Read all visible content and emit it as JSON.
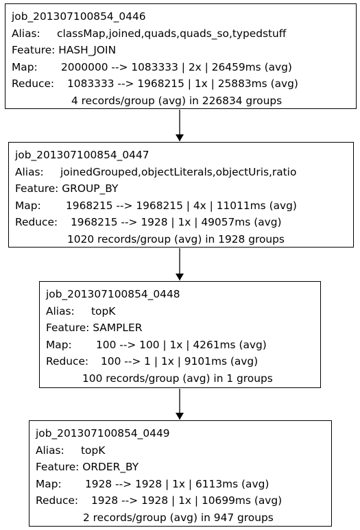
{
  "labels": {
    "alias": "Alias:",
    "feature": "Feature:",
    "map": "Map:",
    "reduce": "Reduce:"
  },
  "jobs": [
    {
      "id": "job_201307100854_0446",
      "alias": "classMap,joined,quads,quads_so,typedstuff",
      "feature": "HASH_JOIN",
      "map": "2000000 --> 1083333 | 2x | 26459ms (avg)",
      "reduce": "1083333 --> 1968215 | 1x | 25883ms (avg)",
      "summary": "4 records/group (avg) in 226834 groups"
    },
    {
      "id": "job_201307100854_0447",
      "alias": "joinedGrouped,objectLiterals,objectUris,ratio",
      "feature": "GROUP_BY",
      "map": "1968215 --> 1968215 | 4x | 11011ms (avg)",
      "reduce": "1968215 --> 1928 | 1x | 49057ms (avg)",
      "summary": "1020 records/group (avg) in 1928 groups"
    },
    {
      "id": "job_201307100854_0448",
      "alias": "topK",
      "feature": "SAMPLER",
      "map": "100 --> 100 | 1x | 4261ms (avg)",
      "reduce": "100 --> 1 | 1x | 9101ms (avg)",
      "summary": "100 records/group (avg) in 1 groups"
    },
    {
      "id": "job_201307100854_0449",
      "alias": "topK",
      "feature": "ORDER_BY",
      "map": "1928 --> 1928 | 1x | 6113ms (avg)",
      "reduce": "1928 --> 1928 | 1x | 10699ms (avg)",
      "summary": "2 records/group (avg) in 947 groups"
    }
  ],
  "edges": [
    {
      "from": "job_201307100854_0446",
      "to": "job_201307100854_0447"
    },
    {
      "from": "job_201307100854_0447",
      "to": "job_201307100854_0448"
    },
    {
      "from": "job_201307100854_0448",
      "to": "job_201307100854_0449"
    }
  ],
  "colors": {
    "stroke": "#000000",
    "background": "#ffffff",
    "text": "#000000"
  }
}
